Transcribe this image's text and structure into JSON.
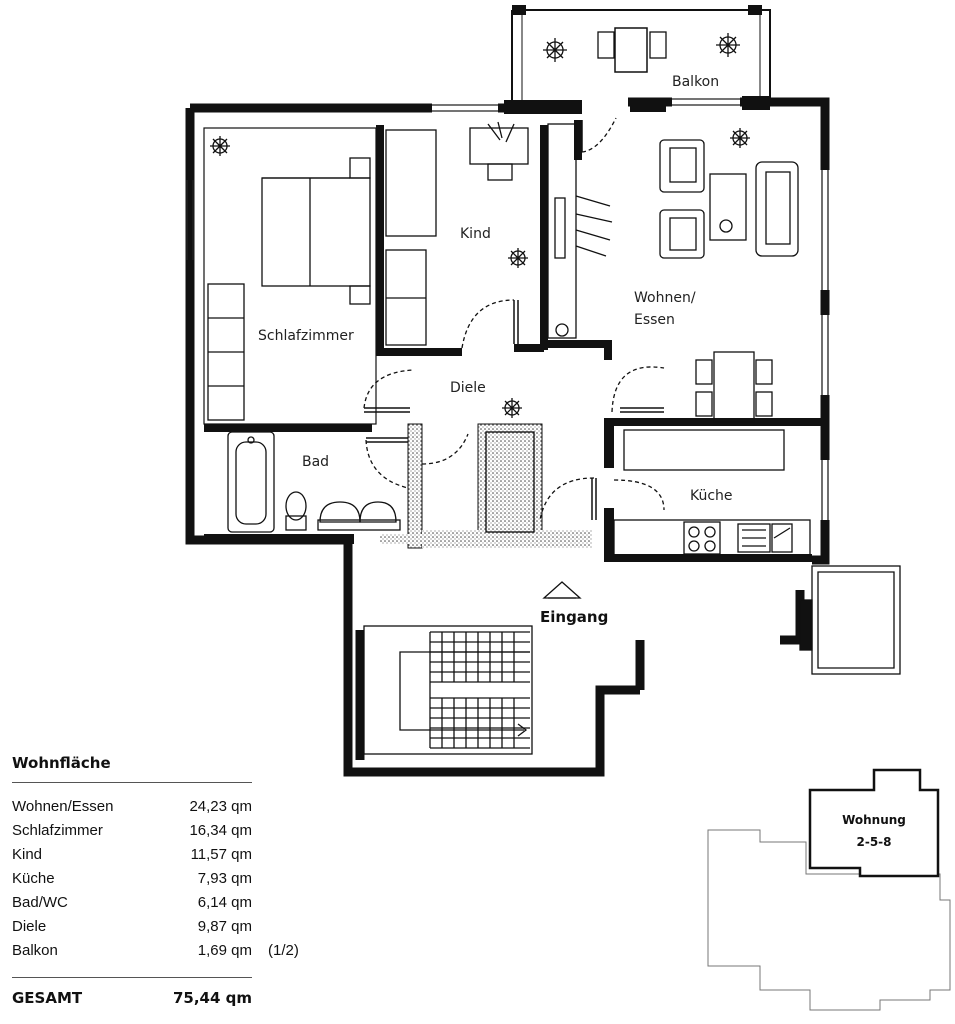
{
  "rooms": {
    "balkon": "Balkon",
    "schlafzimmer": "Schlafzimmer",
    "kind": "Kind",
    "wohnen_line1": "Wohnen/",
    "wohnen_line2": "Essen",
    "diele": "Diele",
    "bad": "Bad",
    "kueche": "Küche",
    "eingang": "Eingang"
  },
  "key_plan": {
    "label_line1": "Wohnung",
    "label_line2": "2-5-8"
  },
  "area_table": {
    "title": "Wohnfläche",
    "rows": [
      {
        "name": "Wohnen/Essen",
        "area": "24,23 qm",
        "note": ""
      },
      {
        "name": "Schlafzimmer",
        "area": "16,34 qm",
        "note": ""
      },
      {
        "name": "Kind",
        "area": "11,57 qm",
        "note": ""
      },
      {
        "name": "Küche",
        "area": "7,93 qm",
        "note": ""
      },
      {
        "name": "Bad/WC",
        "area": "6,14 qm",
        "note": ""
      },
      {
        "name": "Diele",
        "area": "9,87 qm",
        "note": ""
      },
      {
        "name": "Balkon",
        "area": "1,69 qm",
        "note": "(1/2)"
      }
    ],
    "total_label": "GESAMT",
    "total_area": "75,44 qm"
  }
}
